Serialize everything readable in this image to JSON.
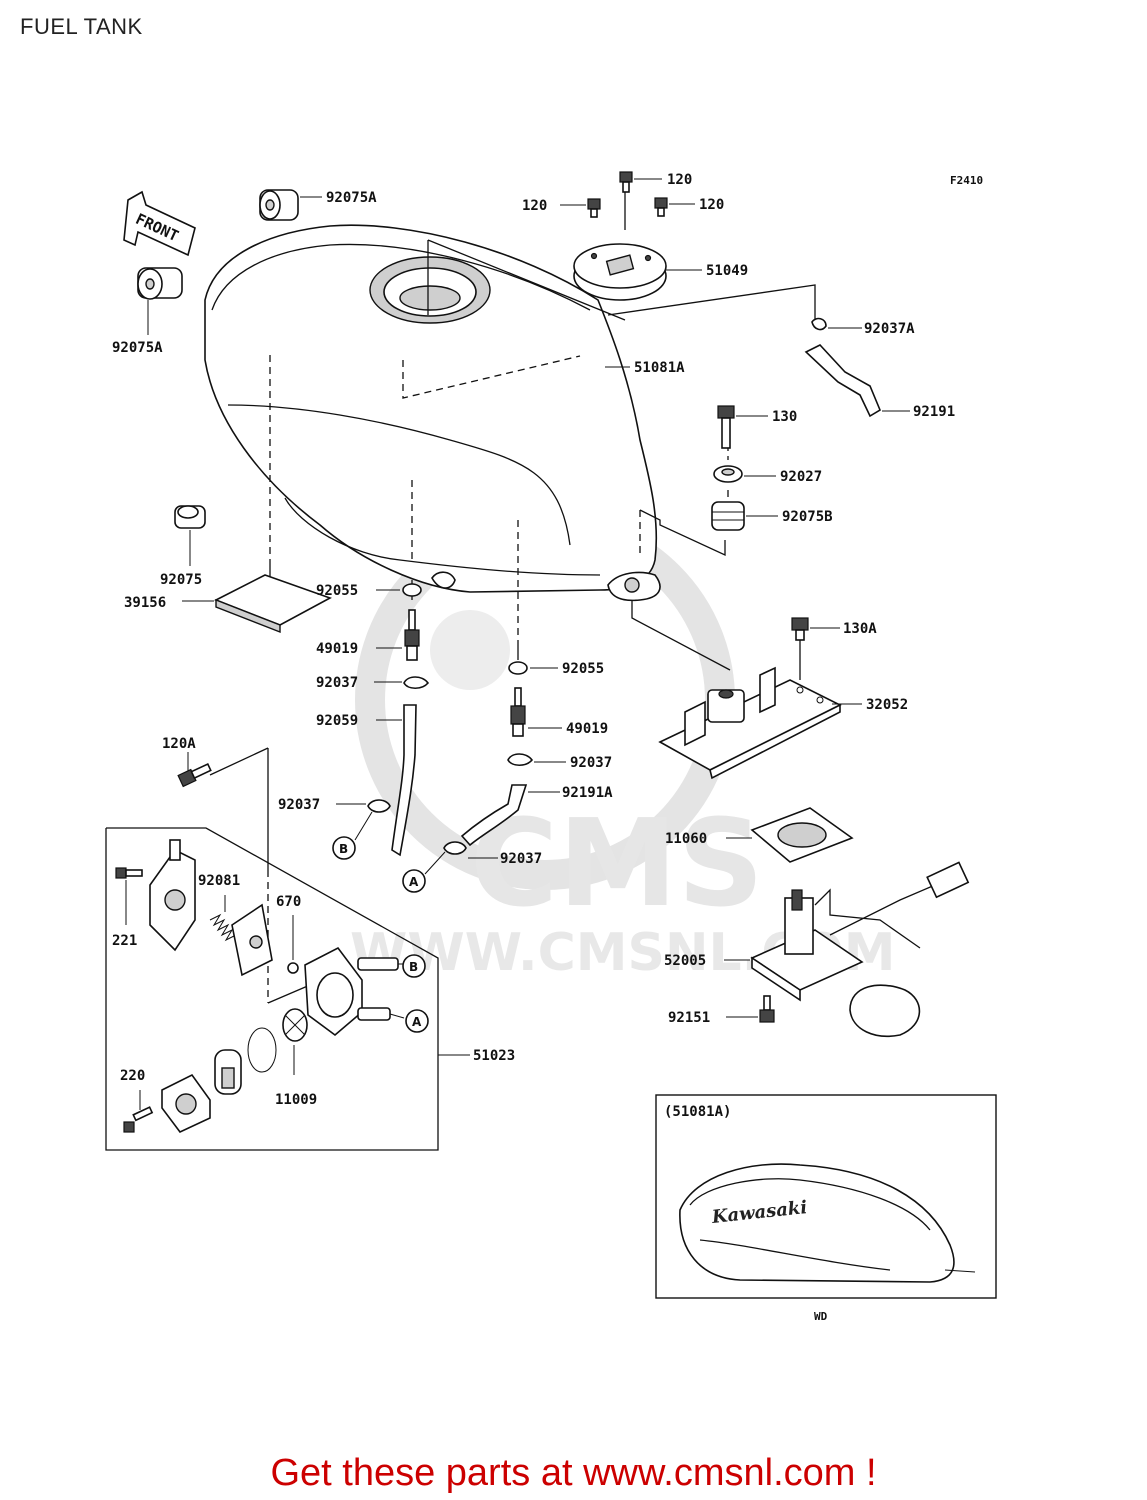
{
  "title": "FUEL TANK",
  "figure_code": "F2410",
  "orientation_label": "FRONT",
  "watermark": {
    "brand": "CMS",
    "url": "WWW.CMSNL.COM"
  },
  "parts": {
    "p92075A_top": "92075A",
    "p92075A_left": "92075A",
    "p120_top": "120",
    "p120_left": "120",
    "p120_right": "120",
    "p51049": "51049",
    "p92037A": "92037A",
    "p51081A": "51081A",
    "p92191": "92191",
    "p130": "130",
    "p92027": "92027",
    "p92075B": "92075B",
    "p92075": "92075",
    "p39156": "39156",
    "p92055_left": "92055",
    "p49019_left": "49019",
    "p92037_left": "92037",
    "p92059": "92059",
    "p92055_mid": "92055",
    "p49019_mid": "49019",
    "p92037_mid": "92037",
    "p130A": "130A",
    "p32052": "32052",
    "p120A": "120A",
    "p92037_b": "92037",
    "p92191A": "92191A",
    "p92037_a": "92037",
    "p11060": "11060",
    "p92081": "92081",
    "p670": "670",
    "p221": "221",
    "p52005": "52005",
    "p92151": "92151",
    "p51023": "51023",
    "p220": "220",
    "p11009": "11009"
  },
  "callouts": {
    "a": "A",
    "b": "B"
  },
  "inset": {
    "label": "(51081A)",
    "brand": "Kawasaki",
    "variant": "WD"
  },
  "promo": "Get these parts at www.cmsnl.com !",
  "colors": {
    "promo": "#cc0000",
    "watermark": "#e6e6e6"
  }
}
